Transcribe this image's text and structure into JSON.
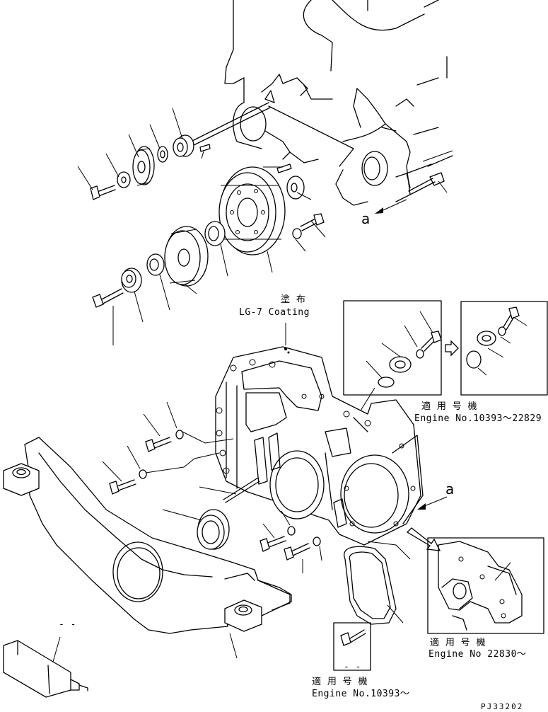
{
  "texts": {
    "coating_jp": "塗 布",
    "coating_en": "LG-7 Coating",
    "marker_a1": "a",
    "marker_a2": "a",
    "applicable_jp_1": "適 用 号 機",
    "engine_range_1": "Engine No.10393～22829",
    "applicable_jp_2": "適 用 号 機",
    "engine_range_2": "Engine No 22830～",
    "applicable_jp_3": "適 用 号 機",
    "engine_range_3": "Engine No.10393～",
    "dash_1": "- -",
    "dash_2": "- -",
    "drawing_id": "PJ33202"
  },
  "icons": {
    "arrow_right_1": "hollow-arrow-right-icon",
    "arrow_right_2": "hollow-arrow-right-icon"
  }
}
